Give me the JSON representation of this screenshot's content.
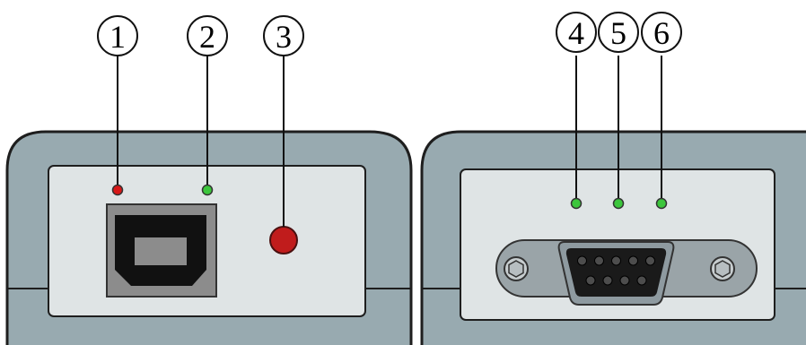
{
  "colors": {
    "housing": "#98aab0",
    "housing_edge": "#1e1e1e",
    "panel": "#dfe4e5",
    "led_red": "#d81818",
    "led_green": "#3cc63c",
    "reset_button": "#c01c1c",
    "usb_body": "#8c8c8c",
    "connector_plate": "#9aa4a8",
    "dsub_shell": "#8e9aa0"
  },
  "callouts": {
    "c1": "1",
    "c2": "2",
    "c3": "3",
    "c4": "4",
    "c5": "5",
    "c6": "6"
  },
  "left_device": {
    "led_1_color": "red",
    "led_2_color": "green",
    "port": "usb-type-b-icon",
    "button": "reset-button"
  },
  "right_device": {
    "leds": [
      "green",
      "green",
      "green"
    ],
    "port": "db9-serial-connector-icon",
    "db9_pins_top_row": 5,
    "db9_pins_bottom_row": 4
  }
}
